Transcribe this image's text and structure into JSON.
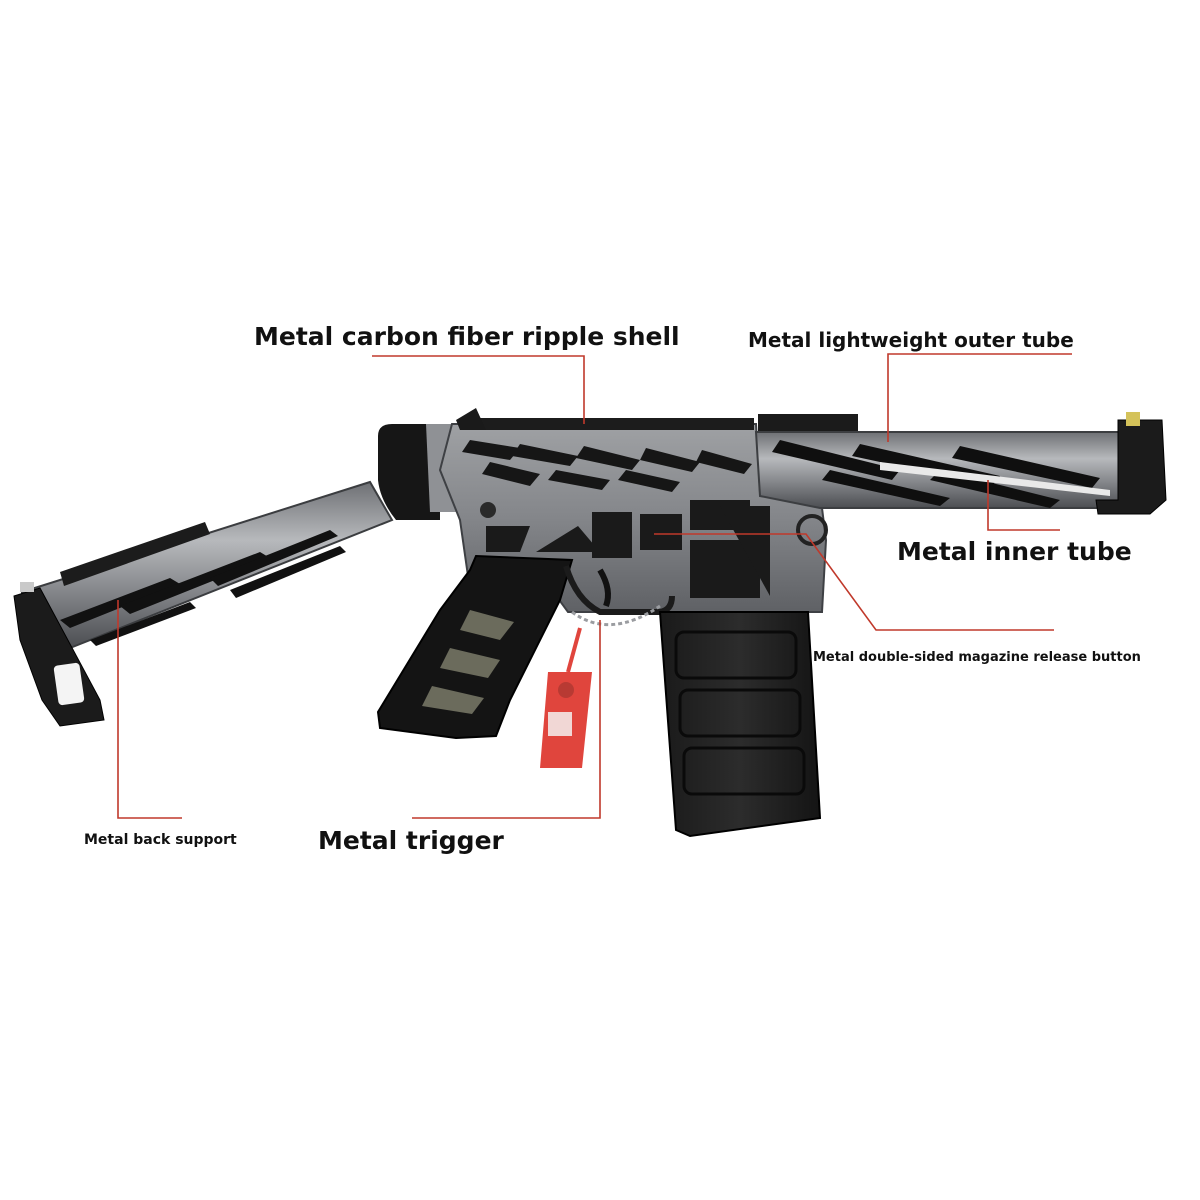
{
  "labels": {
    "carbon_shell": "Metal carbon fiber ripple shell",
    "outer_tube": "Metal lightweight outer tube",
    "inner_tube": "Metal inner tube",
    "magazine_release": "Metal double-sided magazine release button",
    "back_support": "Metal back support",
    "trigger": "Metal trigger"
  },
  "colors": {
    "leader_line": "#c0392b",
    "metal_grey": "#8d8f93",
    "dark_grey": "#5b5d61",
    "black": "#141414",
    "tag_red": "#e0453d"
  }
}
